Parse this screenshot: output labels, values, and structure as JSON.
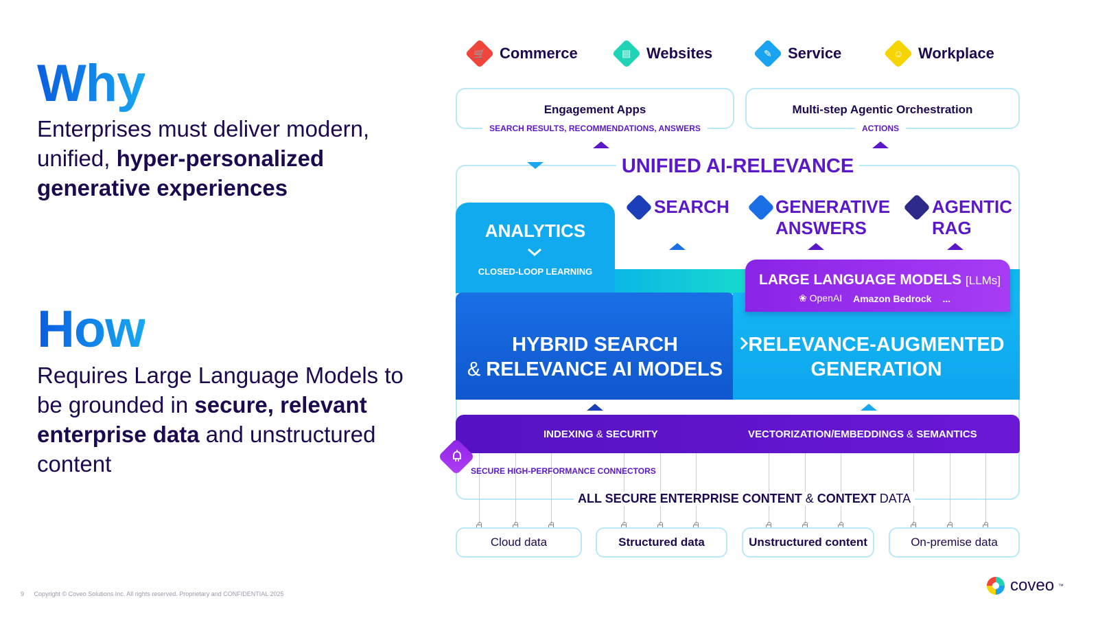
{
  "left": {
    "why_title": "Why",
    "why_text_1": "Enterprises must deliver modern, unified, ",
    "why_text_bold": "hyper-personalized generative experiences",
    "how_title": "How",
    "how_text_1": "Requires Large Language Models to be grounded in ",
    "how_text_bold_1": "secure, relevant enterprise data",
    "how_text_2": " and unstructured content"
  },
  "footer": {
    "page_number": "9",
    "copyright": "Copyright © Coveo Solutions Inc. All rights reserved. Proprietary and CONFIDENTIAL 2025"
  },
  "categories": [
    {
      "label": "Commerce",
      "icon": "cart-icon",
      "color": "#f0453a"
    },
    {
      "label": "Websites",
      "icon": "browser-icon",
      "color": "#1fd3b4"
    },
    {
      "label": "Service",
      "icon": "support-icon",
      "color": "#1aa3f0"
    },
    {
      "label": "Workplace",
      "icon": "people-icon",
      "color": "#f5d400"
    }
  ],
  "top_boxes": {
    "engagement": {
      "title": "Engagement Apps",
      "sub": "SEARCH RESULTS, RECOMMENDATIONS, ANSWERS"
    },
    "agentic": {
      "title": "Multi-step Agentic Orchestration",
      "sub": "ACTIONS"
    }
  },
  "unified_label": "UNIFIED AI-RELEVANCE",
  "features": {
    "search": "SEARCH",
    "generative_1": "GENERATIVE",
    "generative_2": "ANSWERS",
    "agentic_1": "AGENTIC",
    "agentic_2": "RAG"
  },
  "analytics": {
    "title": "ANALYTICS",
    "sub": "CLOSED-LOOP LEARNING"
  },
  "llm": {
    "title": "LARGE LANGUAGE MODELS",
    "suffix": "[LLMs]",
    "openai": "OpenAI",
    "bedrock": "Amazon Bedrock",
    "more": "..."
  },
  "hybrid": {
    "line1": "HYBRID SEARCH",
    "amp": "&",
    "line2": "RELEVANCE AI MODELS"
  },
  "rag": {
    "line1": "RELEVANCE-AUGMENTED",
    "line2": "GENERATION"
  },
  "index_bar": {
    "left_a": "INDEXING",
    "left_amp": "&",
    "left_b": "SECURITY",
    "right_a": "VECTORIZATION/EMBEDDINGS",
    "right_amp": "&",
    "right_b": "SEMANTICS"
  },
  "connectors_label": "SECURE HIGH-PERFORMANCE CONNECTORS",
  "all_data": {
    "a": "ALL SECURE ENTERPRISE CONTENT",
    "amp": "&",
    "b": "CONTEXT",
    "c": "DATA"
  },
  "sources": [
    {
      "label": "Cloud data"
    },
    {
      "label": "Structured data"
    },
    {
      "label": "Unstructured content"
    },
    {
      "label": "On-premise data"
    }
  ],
  "brand": {
    "name": "coveo",
    "tm": "™"
  },
  "colors": {
    "purple": "#5b18c8",
    "navy": "#1b0a4f",
    "cyan": "#12aaef",
    "blue": "#1a6fe4",
    "violet": "#8a24e6"
  }
}
